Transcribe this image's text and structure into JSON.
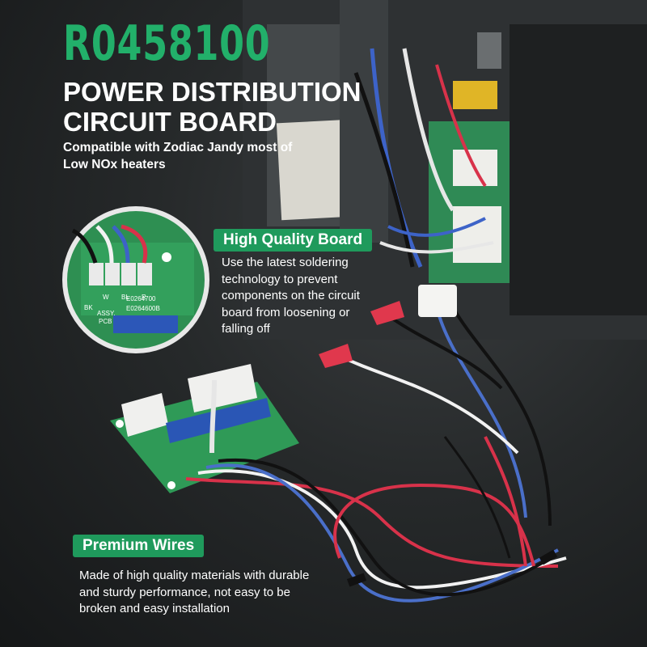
{
  "part_number": "R0458100",
  "title": {
    "line1": "POWER DISTRIBUTION",
    "line2": "CIRCUIT BOARD"
  },
  "subtitle": "Compatible with Zodiac Jandy most of Low NOx heaters",
  "feature_board": {
    "heading": "High Quality Board",
    "description": "Use the latest soldering technology to prevent components on the circuit board from loosening or falling off"
  },
  "feature_wires": {
    "heading": "Premium Wires",
    "description": "Made of high quality materials with durable and sturdy performance, not easy to be broken and easy installation"
  },
  "board_labels": {
    "wire_bk": "BK",
    "wire_w": "W",
    "wire_bl": "BL",
    "wire_r": "R",
    "assy": "ASSY.",
    "pcb": "PCB",
    "code_1": "E0264700",
    "code_2": "E0264600B"
  },
  "colors": {
    "accent_green": "#1f9a5c",
    "part_number_green": "#22b06a",
    "text_white": "#ffffff"
  }
}
